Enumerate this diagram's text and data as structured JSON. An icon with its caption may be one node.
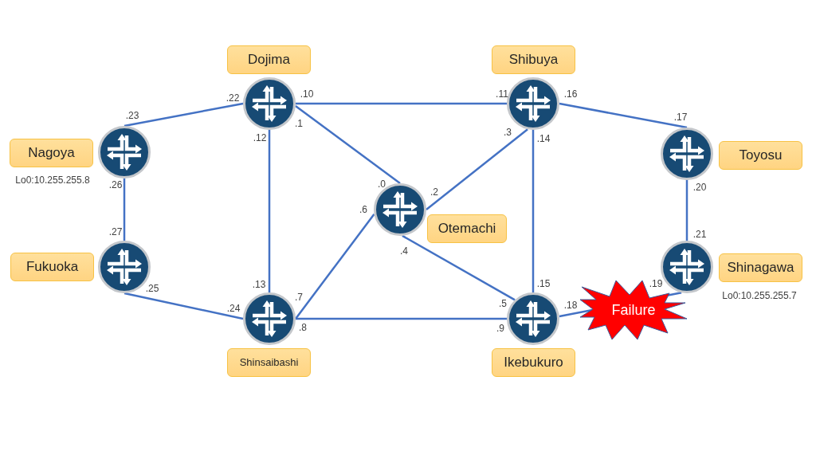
{
  "diagram": {
    "nodes": [
      {
        "text": [
          "Dojima"
        ]
      },
      {
        "text": [],
        "shape": "circle"
      },
      {
        "text": [
          "Shibuya"
        ]
      },
      {
        "text": [],
        "shape": "circle"
      },
      {
        "text": [
          "Nagoya"
        ]
      },
      {
        "text": [],
        "shape": "circle"
      },
      {
        "text": [],
        "shape": "circle"
      },
      {
        "text": [
          "Toyosu"
        ]
      },
      {
        "text": [],
        "shape": "circle"
      },
      {
        "text": [
          "Otemachi"
        ]
      },
      {
        "text": [
          "Fukuoka"
        ]
      },
      {
        "text": [],
        "shape": "circle"
      },
      {
        "text": [],
        "shape": "circle"
      },
      {
        "text": [
          "Shinagawa"
        ]
      },
      {
        "text": [],
        "shape": "circle"
      },
      {
        "text": [],
        "shape": "circle"
      },
      {
        "text": [
          "Shinsaibashi"
        ]
      },
      {
        "text": [
          "Ikebukuro"
        ]
      }
    ],
    "edges": [
      {
        "from": 5,
        "to": 1,
        "arrow": "none"
      },
      {
        "from": 1,
        "to": 3,
        "arrow": "none"
      },
      {
        "from": 1,
        "to": 8,
        "arrow": "none"
      },
      {
        "from": 1,
        "to": 14,
        "arrow": "none"
      },
      {
        "from": 3,
        "to": 8,
        "arrow": "none"
      },
      {
        "from": 3,
        "to": 6,
        "arrow": "none"
      },
      {
        "from": 3,
        "to": 15,
        "arrow": "none"
      },
      {
        "from": 5,
        "to": 11,
        "arrow": "none"
      },
      {
        "from": 11,
        "to": 14,
        "arrow": "none"
      },
      {
        "from": 8,
        "to": 14,
        "arrow": "none"
      },
      {
        "from": 8,
        "to": 15,
        "arrow": "none"
      },
      {
        "from": 14,
        "to": 15,
        "arrow": "none"
      },
      {
        "from": 6,
        "to": 12,
        "arrow": "none"
      },
      {
        "from": 15,
        "to": 12,
        "arrow": "none",
        "label": "Failure"
      }
    ],
    "labels": [
      ".10",
      ".11",
      ".16",
      ".22",
      ".23",
      ".17",
      ".1",
      ".12",
      ".3",
      ".14",
      "Lo0:10.255.255.8",
      ".26",
      ".0",
      ".2",
      ".20",
      ".6",
      ".27",
      ".21",
      ".4",
      ".13",
      ".15",
      ".19",
      ".25",
      ".7",
      "Lo0:10.255.255.7",
      ".24",
      ".5",
      ".18",
      ".8",
      ".9"
    ]
  }
}
